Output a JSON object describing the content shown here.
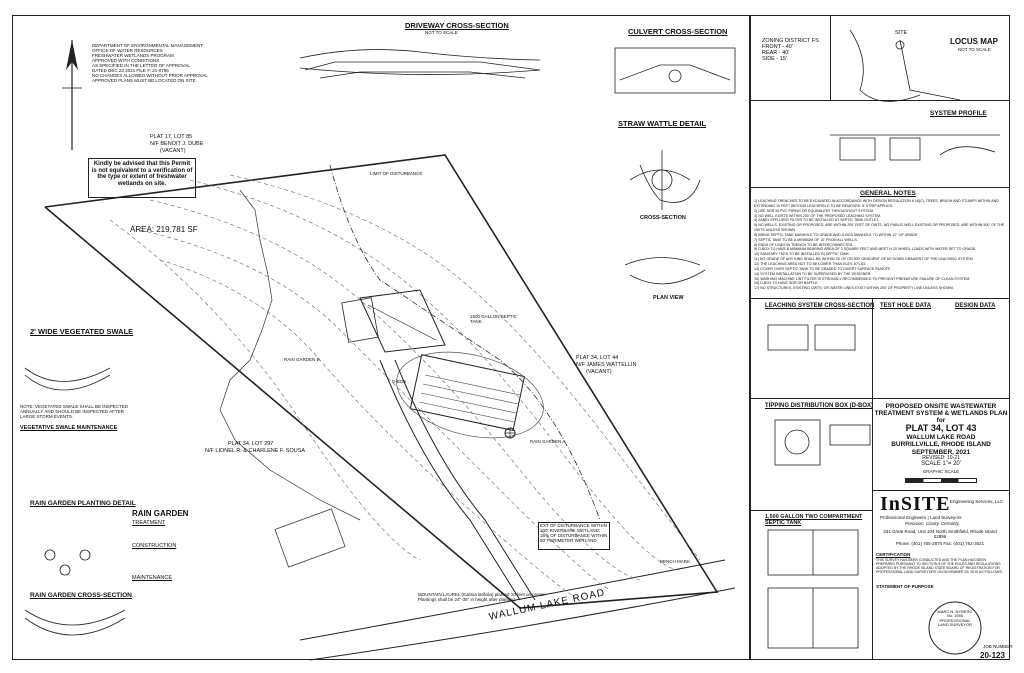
{
  "approval_stamp": {
    "lines": [
      "DEPARTMENT OF ENVIRONMENTAL MANAGEMENT",
      "OFFICE OF WATER RESOURCES",
      "FRESHWATER WETLANDS PROGRAM",
      "APPROVED WITH CONDITIONS",
      "AS SPECIFIED IN THE LETTER OF APPROVAL",
      "DATED DEC 23 2021   FILE #: 21-0756",
      "NO CHANGES ALLOWED WITHOUT PRIOR APPROVAL",
      "APPROVED PLANS MUST BE LOCATED ON SITE"
    ]
  },
  "permit_notice": "Kindly be advised that this Permit is not equivalent to a verification of the type or extent of freshwater wetlands on site.",
  "plan_labels": {
    "area": "AREA: 219,781 SF",
    "plat_north": "PLAT 17, LOT 85",
    "owner_north": "N/F BENOIT J. DUBE",
    "vacant_north": "(VACANT)",
    "plat_east": "PLAT 34, LOT 44",
    "owner_east": "N/F JAMES WATTELLIN",
    "vacant_east": "(VACANT)",
    "plat_south": "PLAT 34, LOT 297",
    "owner_south": "N/F LIONEL R. & CHARLENE F. SOUSA",
    "road": "WALLUM LAKE ROAD",
    "limit_disturbance": "LIMIT OF DISTURBANCE",
    "rain_garden_b": "RAIN GARDEN B",
    "rain_garden_a": "RAIN GARDEN A",
    "septic_tank": "1500 GALLON SEPTIC TANK",
    "dbox": "D-BOX",
    "bench_mark": "BENCH MARK",
    "mountain_laurel": "MOUNTAIN LAUREL (Kalmia latifolia) planted 10-feet on center. Plantings shall be 24\"-36\" in height after planting.",
    "disturbance_box": "EXT OF DISTURBANCE WITHIN 100' RIVERBANK WETLAND; 16% OF DISTURBANCE WITHIN 50' PERIMETER WETLAND"
  },
  "details": {
    "driveway": "DRIVEWAY CROSS-SECTION",
    "culvert": "CULVERT CROSS-SECTION",
    "straw_wattle": "STRAW WATTLE DETAIL",
    "straw_cross": "CROSS-SECTION",
    "straw_plan": "PLAN VIEW",
    "swale": "2' WIDE VEGETATED SWALE",
    "swale_note": "NOTE: VEGETATED SWALE SHALL BE INSPECTED ANNUALLY AND SHOULD BE INSPECTED AFTER LARGE STORM EVENTS.",
    "swale_maint": "VEGETATIVE SWALE MAINTENANCE",
    "rg_planting": "RAIN GARDEN PLANTING DETAIL",
    "rg_cross": "RAIN GARDEN CROSS-SECTION",
    "rg_title": "RAIN GARDEN",
    "rg_treatment": "TREATMENT",
    "rg_construction": "CONSTRUCTION",
    "rg_maintenance": "MAINTENANCE",
    "leaching": "LEACHING SYSTEM CROSS-SECTION",
    "tipping": "TIPPING DISTRIBUTION BOX (D-BOX)",
    "tank": "1,500 GALLON TWO COMPARTMENT SEPTIC TANK",
    "test_hole": "TEST HOLE DATA",
    "design": "DESIGN DATA",
    "not_to_scale": "NOT TO SCALE"
  },
  "zoning": {
    "title": "ZONING DISTRICT FS",
    "front": "FRONT - 40'",
    "rear": "REAR - 40'",
    "side": "SIDE - 15'"
  },
  "locus": {
    "title": "LOCUS MAP",
    "nts": "NOT TO SCALE",
    "site": "SITE"
  },
  "system_profile": "SYSTEM PROFILE",
  "general_notes": {
    "title": "GENERAL NOTES",
    "lines": [
      "1) LEACHING TRENCHES TO BE EXCAVATED IN ACCORDANCE WITH DESIGN REGULATION 6.16(C). TREES, BRUSH AND STUMPS WITHIN AND",
      "   EXTENDING 10 FEET BEYOND LEACHFIELD TO BE REMOVED. 5' STRIP APPLIES.",
      "2) USE SDR 35 PVC PIPING OR EQUIVALENT THROUGHOUT SYSTEM.",
      "3) NO WELL EXISTS WITHIN 200' OF THE PROPOSED LEACHING SYSTEM.",
      "4) ZABEL EFFLUENT FILTER TO BE INSTALLED AT SEPTIC TANK OUTLET.",
      "5) NO WELLS, EXISTING OR PROPOSED, ARE WITHIN 200' FEET OF OWTS. NO PUBLIC WELL EXISTING OR PROPOSED, ARE WITHIN 500' OF THE",
      "   OWTS UNLESS SHOWN.",
      "6) BRING SEPTIC TANK MANHOLE TO GRADE AND D-BOX MANHOLE TO WITHIN 12\" OF GRADE.",
      "7) SEPTIC TANK TO BE A MINIMUM OF 10' FROM ALL WELLS.",
      "8) ENDS OF LINES IN TRENCH TO BE INTERCONNECTED.",
      "9) D-BOX TO HAVE A MINIMUM BEARING AREA OF 3 SQUARE FEET AND MEET H-20 WHEEL LOADS WITH WATER SET TO GRADE.",
      "10) SANITARY TEES TO BE INSTALLED IN SEPTIC TANK.",
      "11) NO GRADE OF ANY KIND SHALL BE WITHIN 25' OF OR 500' GRADIENT OF 50' DOWN GRADIENT OF THE LEACHING SYSTEM.",
      "12) THE LEACHING AREA NOT TO BE LOWER THAN ELEV. 671.83.",
      "13) COVER OVER SEPTIC TANK TO BE GRADED TO DIVERT SURFACE RUNOFF.",
      "14) SYSTEM INSTALLATION TO BE SUPERVISED BY THE DESIGNER.",
      "15) WASHING MACHINE LINT FILTER IS STRONGLY RECOMMENDED TO PREVENT PREMATURE FAILURE OF CLEAN SYSTEM.",
      "16) D-BOX TO HAVE SDR OR BAFFLE.",
      "17) NO STRUCTURES, EXISTING OWTS, OR WATER LINES EXIST WITHIN 200' OF PROPERTY LINE UNLESS SHOWN."
    ]
  },
  "title_block": {
    "line1": "PROPOSED ONSITE WASTEWATER",
    "line2": "TREATMENT SYSTEM & WETLANDS PLAN",
    "line3": "for",
    "line4": "PLAT 34, LOT 43",
    "line5": "WALLUM LAKE ROAD",
    "line6": "BURRILLVILLE, RHODE ISLAND",
    "line7": "SEPTEMBER, 2021",
    "revised": "REVISED: 10-21",
    "scale": "SCALE 1\"= 20'",
    "graphic": "GRAPHIC SCALE"
  },
  "firm": {
    "logo": "InSITE",
    "subtitle": "Engineering Services, LLC",
    "tag": "Professional Engineers | Land Surveyors",
    "motto": "Precision. Clarity. Certainty.",
    "address": "331 Great Road, Unit 104 North Smithfield, Rhode Island 02896",
    "phone": "Phone: (401) 765-2870  Fax: (401) 762-3621"
  },
  "certification": {
    "title": "CERTIFICATION",
    "text": "THIS SURVEY HAS BEEN CONDUCTED AND THE PLAN HAS BEEN PREPARED PURSUANT TO SECTION 5 OF THE RULES AND REGULATIONS ADOPTED BY THE RHODE ISLAND STATE BOARD OF REGISTRATION FOR PROFESSIONAL LAND SURVEYORS ON NOVEMBER 25, 2015 AS FOLLOWS:",
    "purpose": "STATEMENT OF PURPOSE"
  },
  "surveyor_seal": [
    "MARC N. NYBERG",
    "No. 1956",
    "PROFESSIONAL",
    "LAND SURVEYOR"
  ],
  "job": {
    "label": "JOB NUMBER",
    "number": "20-123"
  },
  "colors": {
    "ink": "#111111",
    "paper": "#ffffff",
    "dashed": "#555555"
  }
}
